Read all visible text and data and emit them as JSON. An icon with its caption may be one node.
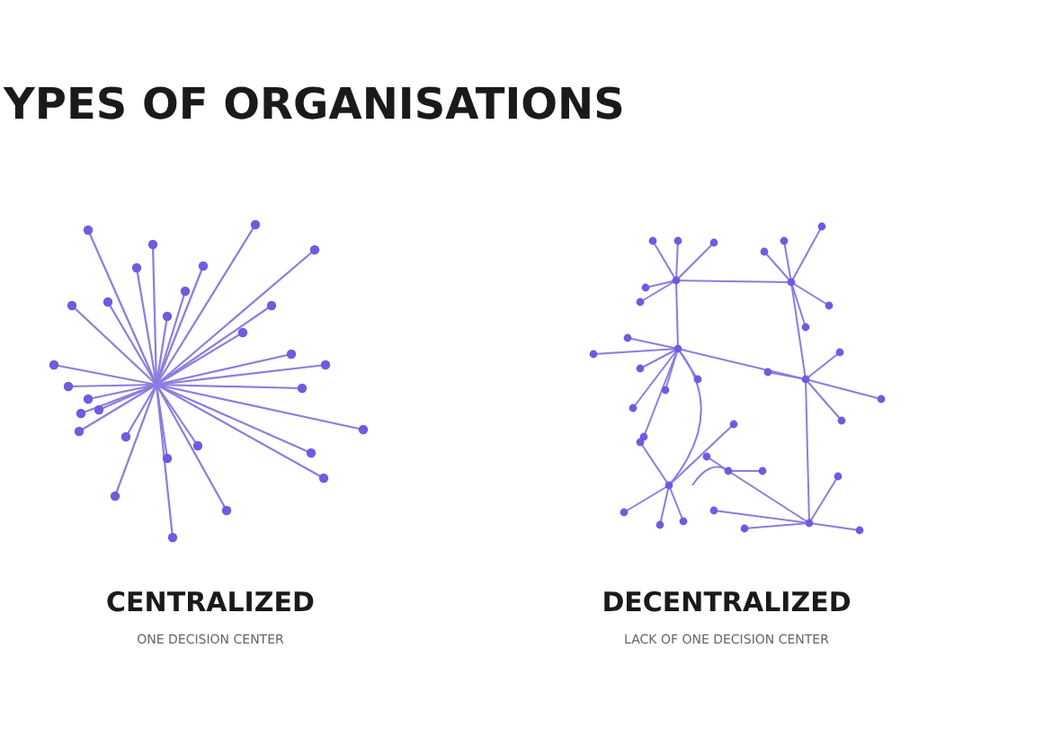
{
  "diagram": {
    "title": "YPES OF ORGANISATIONS",
    "labels": [
      "CENTRALIZED",
      "ONE DECISION CENTER",
      "DECENTRALIZED",
      "LACK OF ONE DECISION CENTER"
    ]
  }
}
